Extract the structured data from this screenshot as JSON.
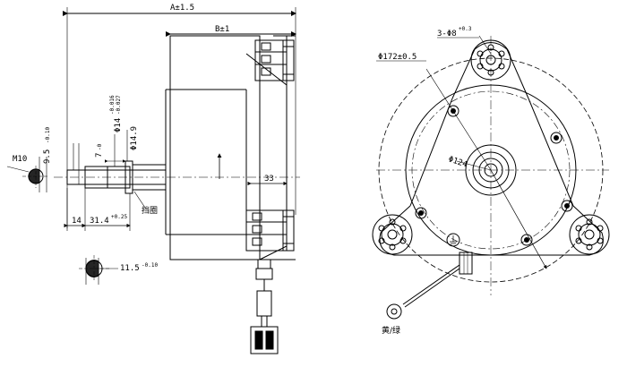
{
  "side_view": {
    "dim_overall": "A±1.5",
    "dim_body": "B±1",
    "dim_33": "33",
    "dim_14": "14",
    "dim_31": "31.4",
    "dim_31_tol": "+0.25",
    "dim_9": "9.5",
    "dim_9_tol": "-0.10",
    "dim_7": "7",
    "dim_7_tol": "-0",
    "dim_phi14_9": "Φ14.9",
    "dim_phi14": "Φ14",
    "dim_phi14_tol_up": "-0.016",
    "dim_phi14_tol_dn": "-0.027",
    "thread": "M10",
    "retaining_ring": "挡圈",
    "dim_11": "11.5",
    "dim_11_tol": "-0.10"
  },
  "front_view": {
    "hole_label": "3-Φ8",
    "hole_tol": "+0.3",
    "dia_172": "Φ172±0.5",
    "dia_124": "Φ124",
    "wire_label": "黄/绿"
  }
}
